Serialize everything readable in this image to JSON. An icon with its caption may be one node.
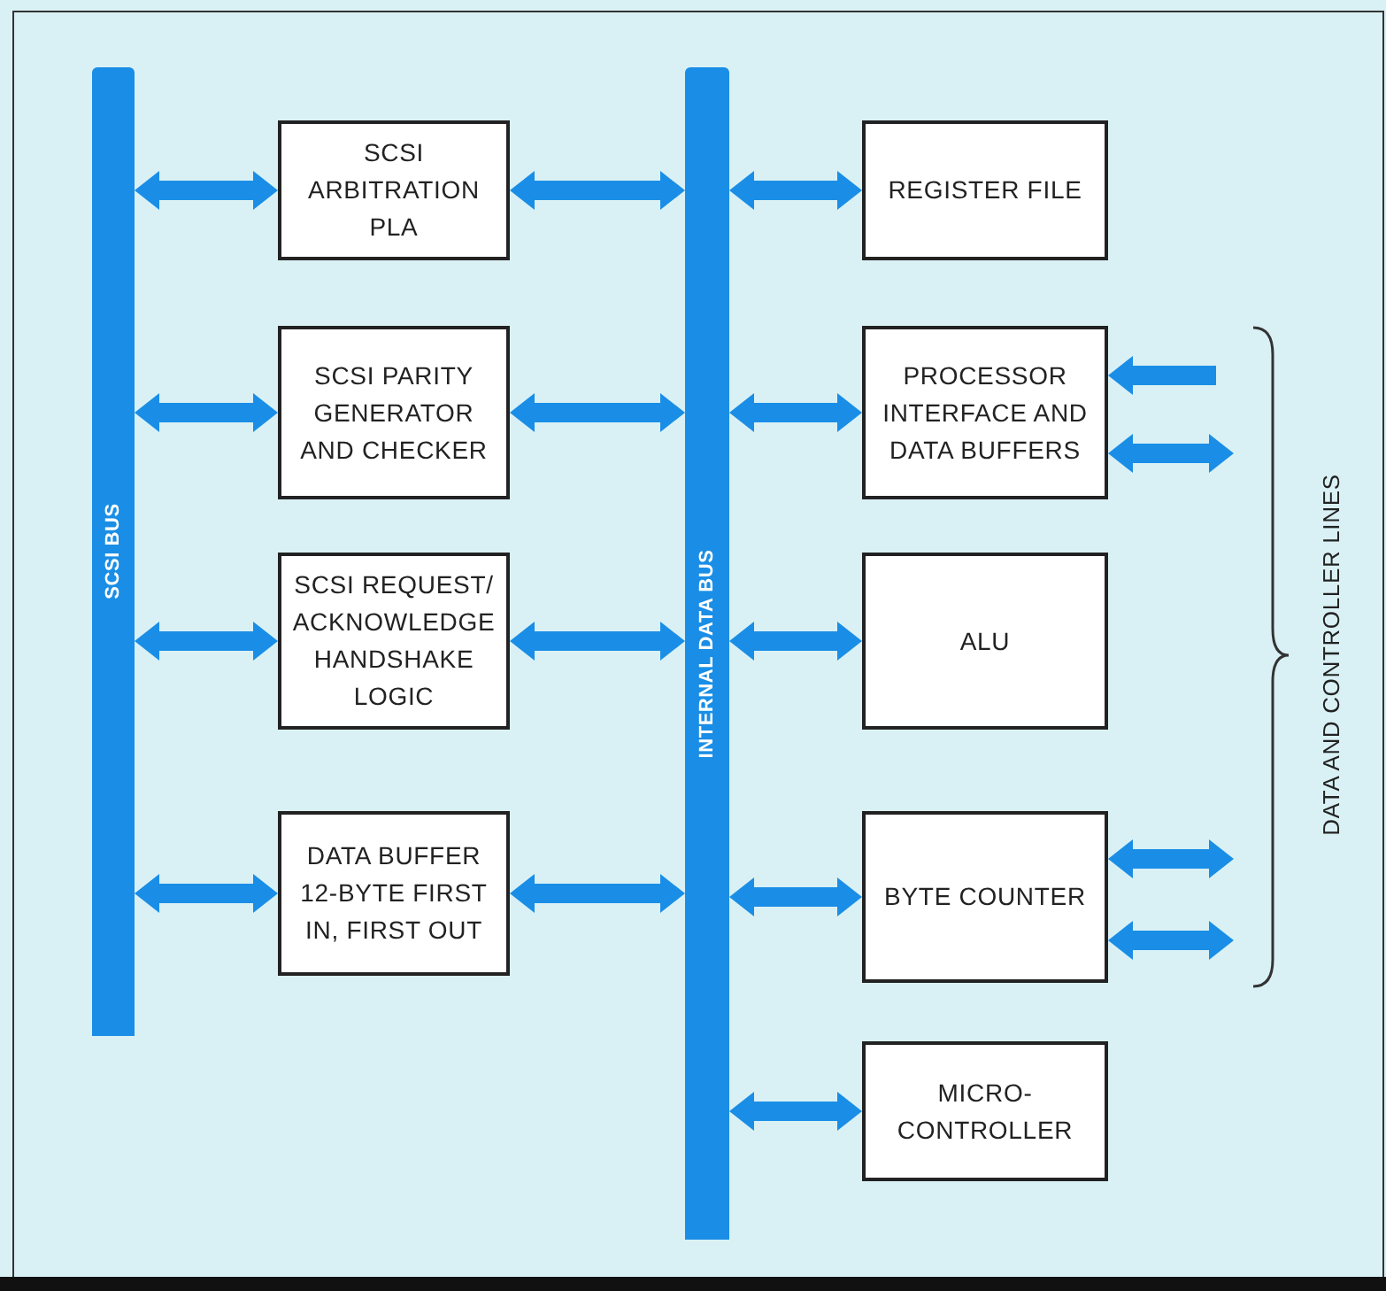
{
  "diagram": {
    "nodes": [
      {
        "text": [
          "SCSI BUS"
        ]
      },
      {
        "text": [
          "SCSI ARBITRATION PLA"
        ]
      },
      {
        "text": [
          "SCSI PARITY GENERATOR AND CHECKER"
        ]
      },
      {
        "text": [
          "SCSI REQUEST/ ACKNOWLEDGE HANDSHAKE LOGIC"
        ]
      },
      {
        "text": [
          "DATA BUFFER 12-BYTE FIRST IN, FIRST OUT"
        ]
      },
      {
        "text": [
          "INTERNAL DATA BUS"
        ]
      },
      {
        "text": [
          "REGISTER FILE"
        ]
      },
      {
        "text": [
          "PROCESSOR INTERFACE AND DATA BUFFERS"
        ]
      },
      {
        "text": [
          "ALU"
        ]
      },
      {
        "text": [
          "BYTE COUNTER"
        ]
      },
      {
        "text": [
          "MICRO-CONTROLLER"
        ]
      }
    ],
    "edges": [
      {
        "from": 0,
        "to": 1,
        "arrow": "both"
      },
      {
        "from": 1,
        "to": 5,
        "arrow": "both"
      },
      {
        "from": 0,
        "to": 2,
        "arrow": "both"
      },
      {
        "from": 2,
        "to": 5,
        "arrow": "both"
      },
      {
        "from": 0,
        "to": 3,
        "arrow": "both"
      },
      {
        "from": 3,
        "to": 5,
        "arrow": "both"
      },
      {
        "from": 0,
        "to": 4,
        "arrow": "both"
      },
      {
        "from": 4,
        "to": 5,
        "arrow": "both"
      },
      {
        "from": 5,
        "to": 6,
        "arrow": "both"
      },
      {
        "from": 5,
        "to": 7,
        "arrow": "both"
      },
      {
        "from": 5,
        "to": 8,
        "arrow": "both"
      },
      {
        "from": 5,
        "to": 9,
        "arrow": "both"
      },
      {
        "from": 5,
        "to": 10,
        "arrow": "both"
      },
      {
        "from": null,
        "to": 7,
        "arrow": "to"
      },
      {
        "from": 7,
        "to": null,
        "arrow": "both"
      },
      {
        "from": 9,
        "to": null,
        "arrow": "both"
      },
      {
        "from": 9,
        "to": null,
        "arrow": "both"
      }
    ],
    "labels": [
      "DATA AND CONTROLLER LINES"
    ]
  }
}
